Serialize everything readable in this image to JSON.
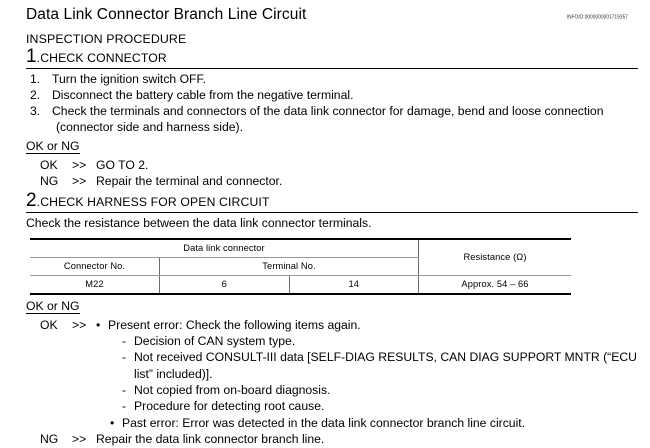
{
  "header": {
    "title": "Data Link Connector Branch Line Circuit",
    "infoid": "INFOID:0000000001719357"
  },
  "inspection": {
    "label": "INSPECTION PROCEDURE"
  },
  "step1": {
    "number": "1",
    "dot": ".",
    "title": "CHECK CONNECTOR",
    "items": [
      {
        "n": "1.",
        "text": "Turn the ignition switch OFF."
      },
      {
        "n": "2.",
        "text": "Disconnect the battery cable from the negative terminal."
      },
      {
        "n": "3.",
        "text": "Check the terminals and connectors of the data link connector for damage, bend and loose connection"
      }
    ],
    "continuation": "(connector side and harness side).",
    "okng_heading": "OK or NG",
    "results": [
      {
        "label": "OK",
        "arrow": ">>",
        "text": "GO TO 2."
      },
      {
        "label": "NG",
        "arrow": ">>",
        "text": "Repair the terminal and connector."
      }
    ]
  },
  "step2": {
    "number": "2",
    "dot": ".",
    "title": "CHECK HARNESS FOR OPEN CIRCUIT",
    "intro": "Check the resistance between the data link connector terminals.",
    "table": {
      "group_header": "Data link connector",
      "resistance_header": "Resistance (Ω)",
      "col_connector": "Connector No.",
      "col_terminal": "Terminal No.",
      "row": {
        "connector_no": "M22",
        "terminal_a": "6",
        "terminal_b": "14",
        "resistance": "Approx. 54 – 66"
      }
    },
    "okng_heading": "OK or NG",
    "ok_label": "OK",
    "ok_arrow": ">>",
    "ok_items": [
      {
        "mark": "•",
        "text": "Present error: Check the following items again.",
        "level": 0
      },
      {
        "mark": "-",
        "text": "Decision of CAN system type.",
        "level": 1
      },
      {
        "mark": "-",
        "text": "Not received CONSULT-III data [SELF-DIAG RESULTS, CAN DIAG SUPPORT MNTR (“ECU",
        "level": 1
      },
      {
        "mark": "",
        "text": "list” included)].",
        "level": 2
      },
      {
        "mark": "-",
        "text": "Not copied from on-board diagnosis.",
        "level": 1
      },
      {
        "mark": "-",
        "text": "Procedure for detecting root cause.",
        "level": 1
      },
      {
        "mark": "•",
        "text": "Past error: Error was detected in the data link connector branch line circuit.",
        "level": 0
      }
    ],
    "ng_label": "NG",
    "ng_arrow": ">>",
    "ng_text": "Repair the data link connector branch line."
  }
}
